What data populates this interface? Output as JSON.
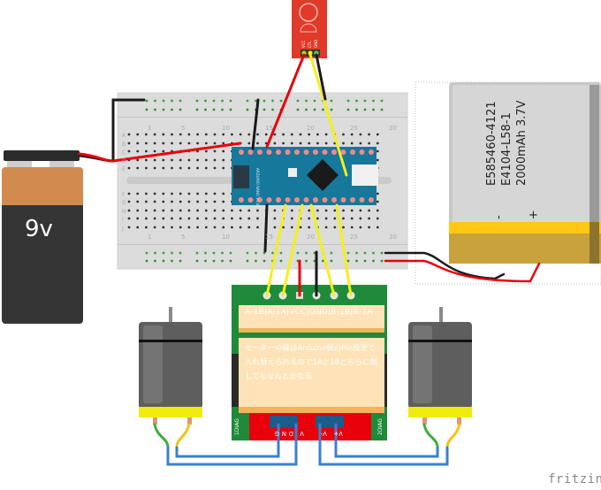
{
  "diagram": {
    "tool_watermark": "fritzing",
    "components": {
      "battery_9v": {
        "label": "9v"
      },
      "lipo_battery": {
        "lines": [
          "E585460-4121",
          "E4104-L58-1",
          "2000mAh 3.7V"
        ],
        "minus": "-",
        "plus": "+"
      },
      "breadboard": {
        "row_letters_top": [
          "A",
          "B",
          "C",
          "D",
          "E"
        ],
        "row_letters_bottom": [
          "F",
          "G",
          "H",
          "I",
          "J"
        ],
        "column_numbers": [
          "1",
          "5",
          "10",
          "15",
          "20",
          "25",
          "30"
        ]
      },
      "arduino_nano": {
        "name": "ARDUINO NANO V3.0"
      },
      "motor_driver": {
        "pin_label_note": "A-1B|A-1A|VCC|GND|B-1B|B-1A",
        "comment_note": "モーターの線はArduino側のPin設定で入れ替えられるので1Aと1Bどちらに刺してもなんとかなる",
        "terminal_labels": [
          "G",
          "N",
          "D",
          "V",
          "V-",
          "V+"
        ],
        "side_labels": [
          "1DIAG",
          "2DIAG"
        ]
      },
      "sensor_board": {
        "pins": [
          "VCC",
          "CTL",
          "GND"
        ]
      },
      "motors": [
        "motor-left",
        "motor-right"
      ]
    },
    "colors": {
      "wire_red": "#e8000b",
      "wire_black": "#1a1a1a",
      "wire_yellow": "#f4ef1c",
      "wire_blue": "#3b7fd1",
      "arduino_blue": "#16789a",
      "driver_green": "#1e8a3a",
      "note_bg": "#fde3b7",
      "note_border": "#f2b35a"
    }
  }
}
